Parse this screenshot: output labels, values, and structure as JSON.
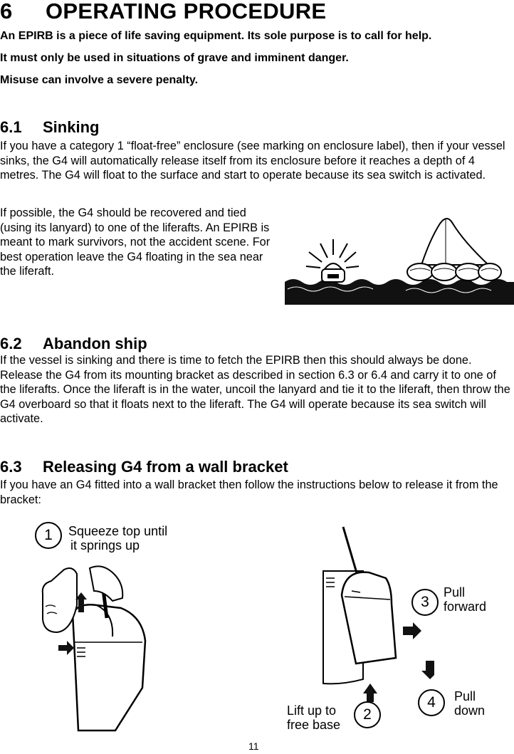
{
  "heading": {
    "number": "6",
    "title": "OPERATING PROCEDURE"
  },
  "intro": [
    "An EPIRB is a piece of life saving equipment. Its sole purpose is to call for help.",
    "It must only be used in situations of grave and imminent danger.",
    "Misuse can involve a severe penalty."
  ],
  "s61": {
    "number": "6.1",
    "title": "Sinking",
    "para1": "If you have a category 1 “float-free” enclosure (see marking on enclosure label), then if your vessel sinks, the G4 will automatically release itself from its enclosure before it reaches a depth of 4 metres. The G4 will float to the surface and start to operate because its sea switch is activated.",
    "para2": "If possible, the G4 should be recovered and tied (using its lanyard) to one of the liferafts. An EPIRB is meant to mark survivors, not the accident scene. For best operation leave the G4 floating in the sea near the liferaft."
  },
  "s62": {
    "number": "6.2",
    "title": "Abandon ship",
    "para": "If the vessel is sinking and there is time to fetch the EPIRB then this should always be done. Release the G4 from its mounting bracket as described in section 6.3 or 6.4 and carry it to one of the liferafts. Once the liferaft is in the water, uncoil the lanyard and tie it to the liferaft, then throw the G4 overboard so that it floats next to the liferaft. The G4 will operate because its sea switch will activate."
  },
  "s63": {
    "number": "6.3",
    "title": "Releasing G4 from a wall bracket",
    "para": "If you have an G4 fitted into a wall bracket then follow the instructions below to release it from the bracket:"
  },
  "steps": [
    {
      "num": "1",
      "line1": "Squeeze top until",
      "line2": "it springs up"
    },
    {
      "num": "2",
      "line1": "Lift up to",
      "line2": "free base"
    },
    {
      "num": "3",
      "line1": "Pull",
      "line2": "forward"
    },
    {
      "num": "4",
      "line1": "Pull",
      "line2": "down"
    }
  ],
  "page_number": "11"
}
